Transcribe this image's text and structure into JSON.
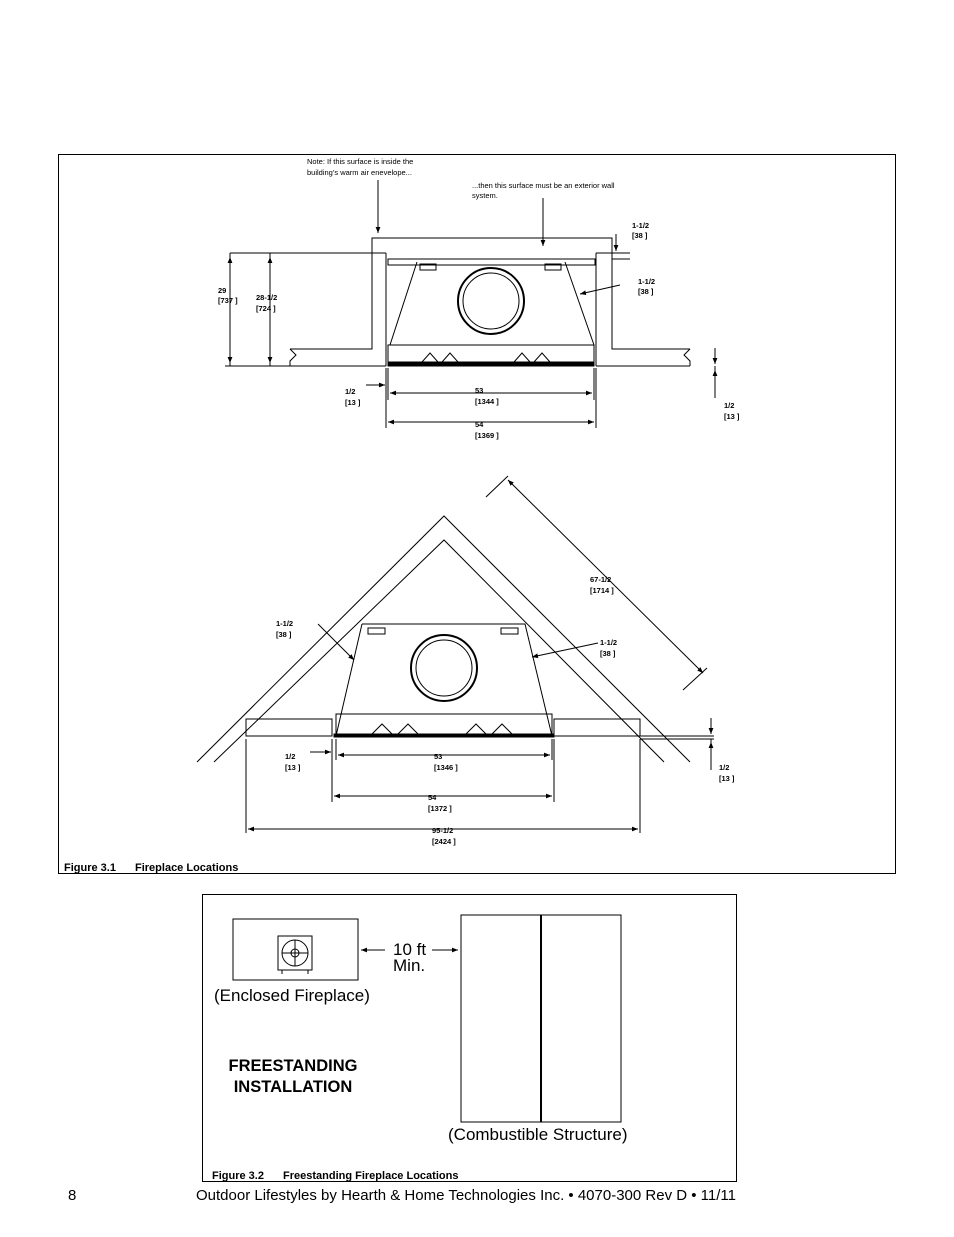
{
  "figure1": {
    "note_left_1": "Note: If this surface is inside the",
    "note_left_2": "building’s warm air enevelope...",
    "note_right_1": "...then this surface must be an exterior wall",
    "note_right_2": "system.",
    "top_view": {
      "dim_29": "29",
      "dim_29_mm": "[737 ]",
      "dim_28": "28-1/2",
      "dim_28_mm": "[724 ]",
      "dim_r1": "1-1/2",
      "dim_r1_mm": "[38 ]",
      "dim_r2": "1-1/2",
      "dim_r2_mm": "[38 ]",
      "dim_half_l": "1/2",
      "dim_half_l_mm": "[13 ]",
      "dim_53": "53",
      "dim_53_mm": "[1344 ]",
      "dim_54": "54",
      "dim_54_mm": "[1369 ]",
      "dim_half_r": "1/2",
      "dim_half_r_mm": "[13 ]"
    },
    "corner_view": {
      "dim_67": "67-1/2",
      "dim_67_mm": "[1714 ]",
      "dim_l": "1-1/2",
      "dim_l_mm": "[38 ]",
      "dim_r": "1-1/2",
      "dim_r_mm": "[38 ]",
      "dim_half_l": "1/2",
      "dim_half_l_mm": "[13 ]",
      "dim_53": "53",
      "dim_53_mm": "[1346 ]",
      "dim_54": "54",
      "dim_54_mm": "[1372 ]",
      "dim_95": "95-1/2",
      "dim_95_mm": "[2424 ]",
      "dim_half_r": "1/2",
      "dim_half_r_mm": "[13 ]"
    },
    "caption_num": "Figure 3.1",
    "caption_text": "Fireplace Locations"
  },
  "figure2": {
    "distance_1": "10 ft",
    "distance_2": "Min.",
    "enclosed_label": "(Enclosed Fireplace)",
    "freestanding_1": "FREESTANDING",
    "freestanding_2": "INSTALLATION",
    "combustible_label": "(Combustible Structure)",
    "caption_num": "Figure 3.2",
    "caption_text": "Freestanding Fireplace Locations"
  },
  "footer": {
    "page_number": "8",
    "text": "Outdoor Lifestyles by Hearth & Home Technologies Inc. • 4070-300 Rev D • 11/11"
  }
}
